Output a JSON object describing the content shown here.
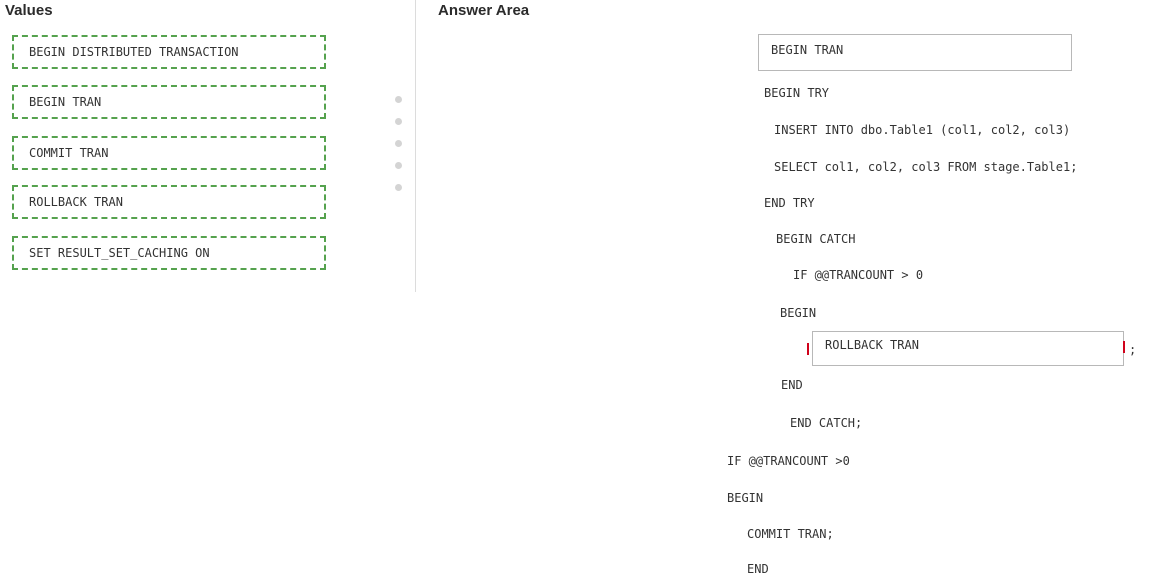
{
  "headings": {
    "values": "Values",
    "answer_area": "Answer Area"
  },
  "values": [
    "BEGIN DISTRIBUTED TRANSACTION",
    "BEGIN TRAN",
    "COMMIT TRAN",
    "ROLLBACK TRAN",
    "SET RESULT_SET_CACHING ON"
  ],
  "answer": {
    "slot1": "BEGIN TRAN",
    "begin_try": "BEGIN TRY",
    "insert": "INSERT INTO dbo.Table1 (col1, col2, col3)",
    "select": "SELECT col1, col2, col3 FROM stage.Table1;",
    "end_try": "END TRY",
    "begin_catch": "BEGIN CATCH",
    "if_trancount": "IF @@TRANCOUNT > 0",
    "begin_inner": "BEGIN",
    "slot2": "ROLLBACK TRAN",
    "slot2_terminator": ";",
    "end_inner": "END",
    "end_catch": "END CATCH;",
    "if_trancount_outer": "IF @@TRANCOUNT >0",
    "begin_outer": "BEGIN",
    "commit": "COMMIT TRAN;",
    "end_outer": "END"
  }
}
